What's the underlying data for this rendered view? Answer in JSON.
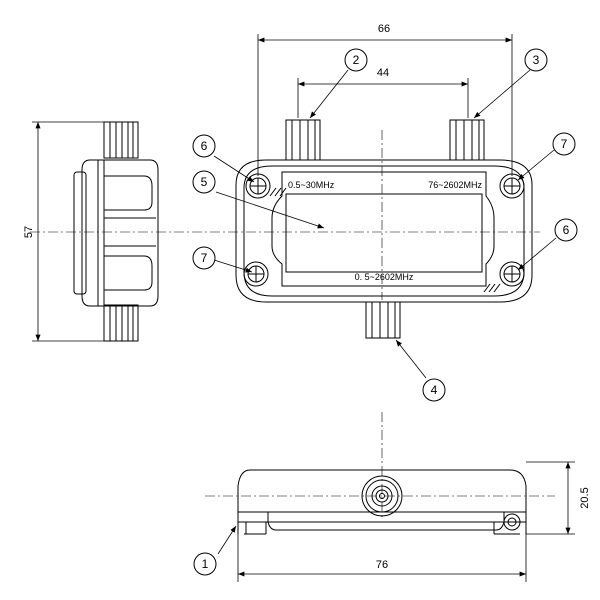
{
  "dimensions": {
    "top_width": "66",
    "port_spacing": "44",
    "height": "57",
    "bottom_width": "76",
    "depth": "20.5"
  },
  "labels": {
    "low_band": "0.5~30MHz",
    "high_band": "76~2602MHz",
    "common": "0. 5~2602MHz"
  },
  "callouts": [
    "1",
    "2",
    "3",
    "4",
    "5",
    "6",
    "7"
  ],
  "colors": {
    "line": "#000000",
    "background": "#ffffff"
  }
}
